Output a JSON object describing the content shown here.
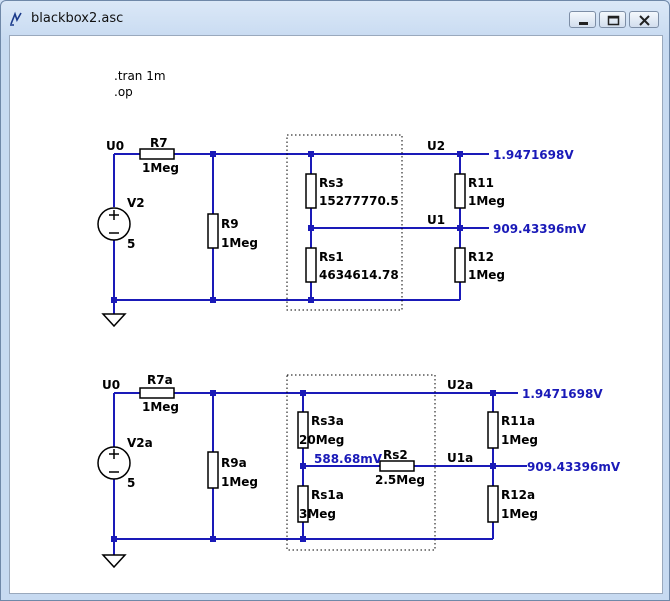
{
  "window": {
    "title": "blackbox2.asc"
  },
  "colors": {
    "wire": "#1a1ab8",
    "node": "#1a1ab8",
    "component": "#000000",
    "label_voltage": "#1a1ab8",
    "background": "#ffffff"
  },
  "directives": {
    "tran": ".tran 1m",
    "op": ".op"
  },
  "circuit1": {
    "source": {
      "name": "V2",
      "value": "5"
    },
    "net_u0": "U0",
    "net_u2": "U2",
    "net_u1": "U1",
    "r7": {
      "name": "R7",
      "value": "1Meg"
    },
    "r9": {
      "name": "R9",
      "value": "1Meg"
    },
    "rs3": {
      "name": "Rs3",
      "value": "15277770.5"
    },
    "rs1": {
      "name": "Rs1",
      "value": "4634614.78"
    },
    "r11": {
      "name": "R11",
      "value": "1Meg"
    },
    "r12": {
      "name": "R12",
      "value": "1Meg"
    },
    "v_u2": "1.9471698V",
    "v_u1": "909.43396mV"
  },
  "circuit2": {
    "source": {
      "name": "V2a",
      "value": "5"
    },
    "net_u0": "U0",
    "net_u2": "U2a",
    "net_u1": "U1a",
    "r7": {
      "name": "R7a",
      "value": "1Meg"
    },
    "r9": {
      "name": "R9a",
      "value": "1Meg"
    },
    "rs3": {
      "name": "Rs3a",
      "value": "20Meg"
    },
    "rs1": {
      "name": "Rs1a",
      "value": "3Meg"
    },
    "rs2": {
      "name": "Rs2",
      "value": "2.5Meg"
    },
    "r11": {
      "name": "R11a",
      "value": "1Meg"
    },
    "r12": {
      "name": "R12a",
      "value": "1Meg"
    },
    "v_mid": "588.68mV",
    "v_u2": "1.9471698V",
    "v_u1": "909.43396mV"
  }
}
